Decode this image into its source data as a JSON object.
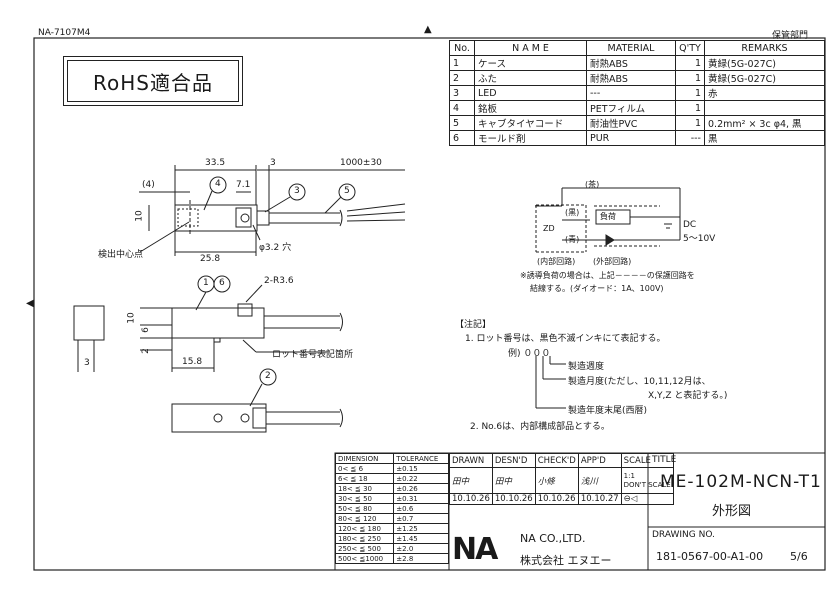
{
  "header": {
    "doc_no": "NA-7107M4",
    "dept": "保管部門"
  },
  "rohs_label": "RoHS適合品",
  "bom": {
    "headers": [
      "No.",
      "N A M E",
      "MATERIAL",
      "Q'TY",
      "REMARKS"
    ],
    "rows": [
      [
        "1",
        "ケース",
        "耐熱ABS",
        "1",
        "黄緑(5G-027C)"
      ],
      [
        "2",
        "ふた",
        "耐熱ABS",
        "1",
        "黄緑(5G-027C)"
      ],
      [
        "3",
        "LED",
        "---",
        "1",
        "赤"
      ],
      [
        "4",
        "銘板",
        "PETフィルム",
        "1",
        ""
      ],
      [
        "5",
        "キャブタイヤコード",
        "耐油性PVC",
        "1",
        "0.2mm² × 3c φ4, 黒"
      ],
      [
        "6",
        "モールド剤",
        "PUR",
        "---",
        "黒"
      ]
    ]
  },
  "dims": {
    "d_33_5": "33.5",
    "d_3": "3",
    "d_1000": "1000±30",
    "d_4": "(4)",
    "d_7_1": "7.1",
    "d_10": "10",
    "d_25_8": "25.8",
    "d_phi": "φ3.2 穴",
    "d_r": "2-R3.6",
    "d_6": "6",
    "d_2": "2",
    "d_15_8": "15.8",
    "d_3b": "3",
    "d_10b": "10"
  },
  "callouts": {
    "c4": "4",
    "c3": "3",
    "c5": "5",
    "c1": "1",
    "c6": "6",
    "c2": "2"
  },
  "labels": {
    "detect_center": "検出中心点",
    "lot_location": "ロット番号表記箇所"
  },
  "circuit": {
    "brown": "(茶)",
    "black": "(黒)",
    "blue": "(青)",
    "load": "負荷",
    "zd": "ZD",
    "dc": "DC",
    "voltage": "5～10V",
    "internal": "(内部回路)",
    "external": "(外部回路)",
    "note1": "※誘導負荷の場合は、上記－－－－の保護回路を",
    "note2": "結線する。(ダイオード：1A、100V)"
  },
  "notes": {
    "title": "【注記】",
    "n1": "1. ロット番号は、黒色不滅インキにて表記する。",
    "example": "例) ０００",
    "day": "製造週度",
    "month1": "製造月度(ただし、10,11,12月は、",
    "month2": "X,Y,Z と表記する。)",
    "year": "製造年度末尾(西暦)",
    "n2": "2. No.6は、内部構成部品とする。"
  },
  "tolerance": {
    "headers": [
      "DIMENSION",
      "TOLERANCE"
    ],
    "rows": [
      [
        "0< ≦ 6",
        "±0.15"
      ],
      [
        "6< ≦ 18",
        "±0.22"
      ],
      [
        "18< ≦ 30",
        "±0.26"
      ],
      [
        "30< ≦ 50",
        "±0.31"
      ],
      [
        "50< ≦ 80",
        "±0.6"
      ],
      [
        "80< ≦ 120",
        "±0.7"
      ],
      [
        "120< ≦ 180",
        "±1.25"
      ],
      [
        "180< ≦ 250",
        "±1.45"
      ],
      [
        "250< ≦ 500",
        "±2.0"
      ],
      [
        "500< ≦1000",
        "±2.8"
      ]
    ]
  },
  "title_block": {
    "drawn": "DRAWN",
    "desnd": "DESN'D",
    "checkd": "CHECK'D",
    "appd": "APP'D",
    "scale": "SCALE",
    "scale_val": "1:1",
    "dont_scale": "DON'T SCALE",
    "title_label": "TITLE",
    "model": "ME-102M-NCN-T1",
    "name": "外形図",
    "sig1": "田中",
    "sig2": "田中",
    "sig3": "小條",
    "sig4": "浅川",
    "date1": "10.10.26",
    "date2": "10.10.26",
    "date3": "10.10.26",
    "date4": "10.10.27",
    "company_en": "NA CO.,LTD.",
    "company_jp": "株式会社 エヌエー",
    "drawing_no_label": "DRAWING NO.",
    "drawing_no": "181-0567-00-A1-00",
    "sheet": "5/6"
  }
}
